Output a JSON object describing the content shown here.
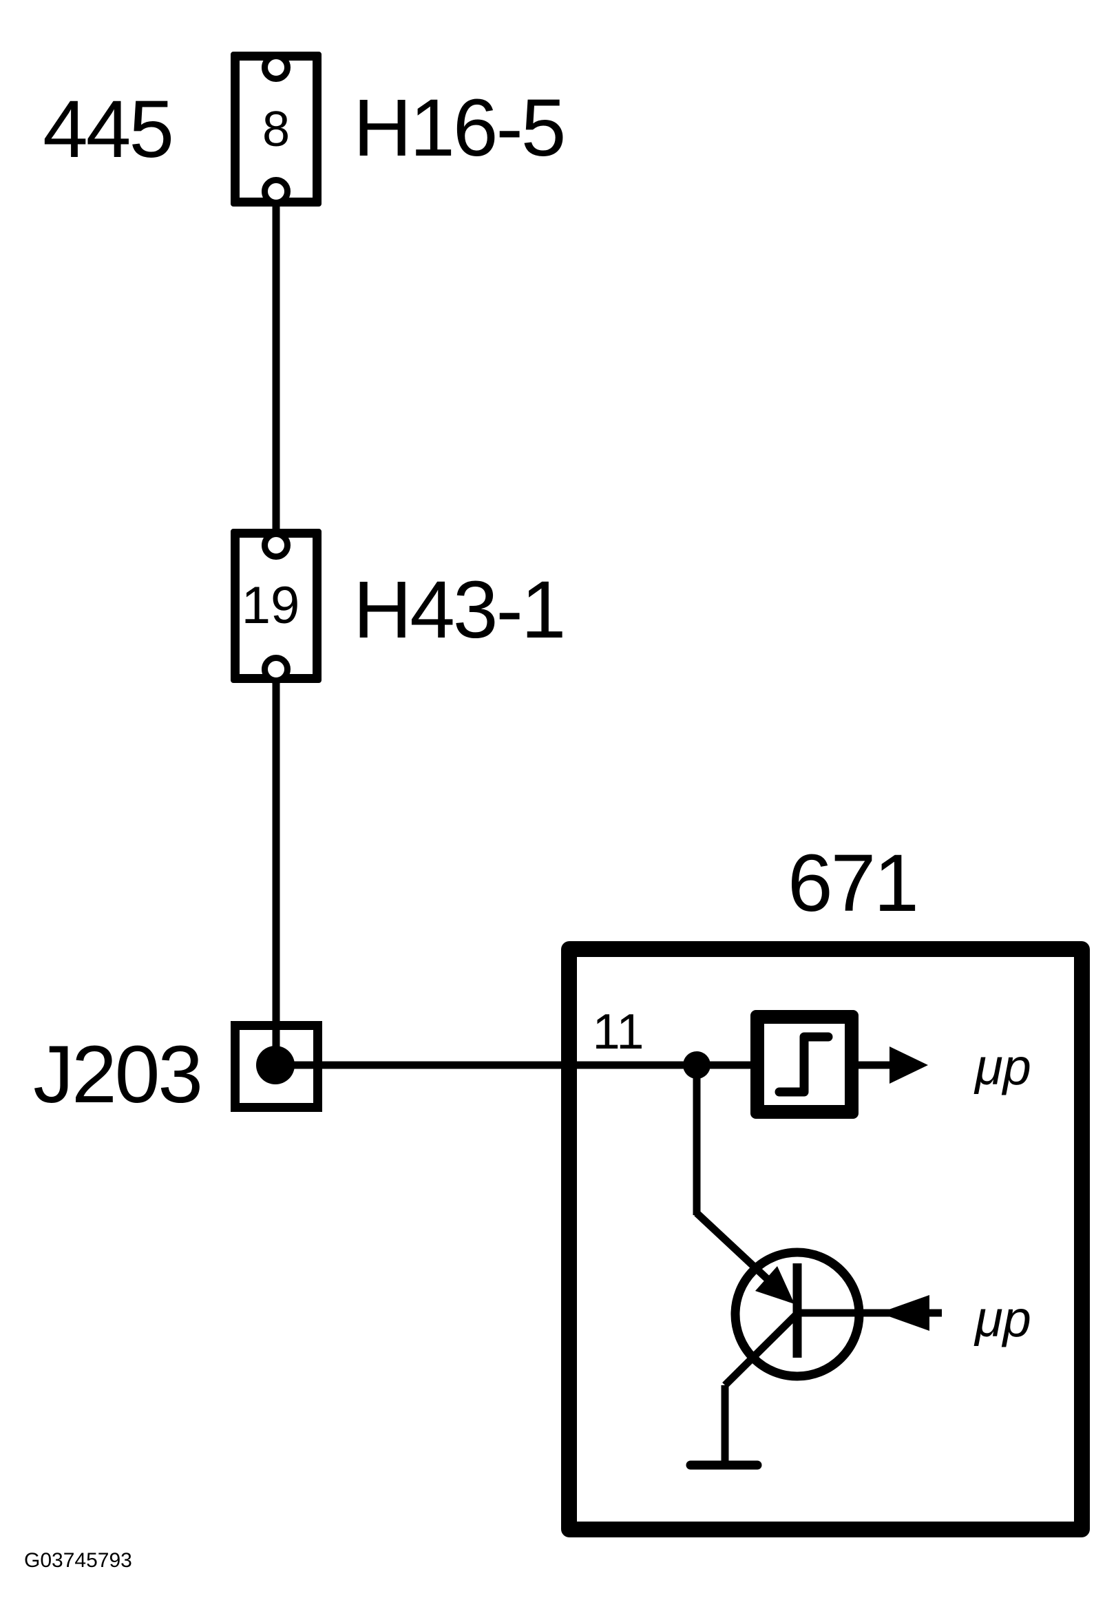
{
  "diagram": {
    "type": "wiring-diagram",
    "colors": {
      "line": "#000000",
      "background": "#ffffff"
    },
    "connector_top": {
      "component_label": "445",
      "pin": "8",
      "connector_name": "H16-5"
    },
    "connector_mid": {
      "pin": "19",
      "connector_name": "H43-1"
    },
    "splice": {
      "name": "J203"
    },
    "module": {
      "id": "671",
      "pin": "11",
      "schmitt_output_target": "μp",
      "transistor_input_source": "μp"
    },
    "figure_code": "G03745793"
  }
}
